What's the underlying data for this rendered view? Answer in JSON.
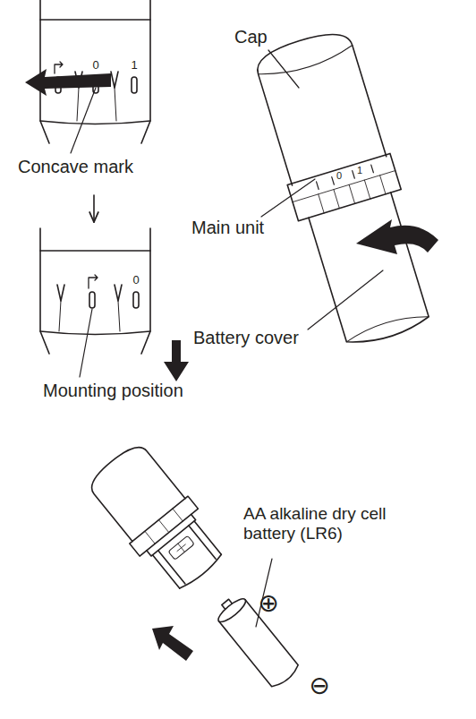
{
  "diagram": {
    "labels": [
      "Cap",
      "Main unit",
      "Battery cover",
      "Concave mark",
      "Mounting position",
      "AA alkaline dry cell battery (LR6)",
      "⊕",
      "⊖",
      "0",
      "1",
      "0",
      "0",
      "1"
    ]
  }
}
